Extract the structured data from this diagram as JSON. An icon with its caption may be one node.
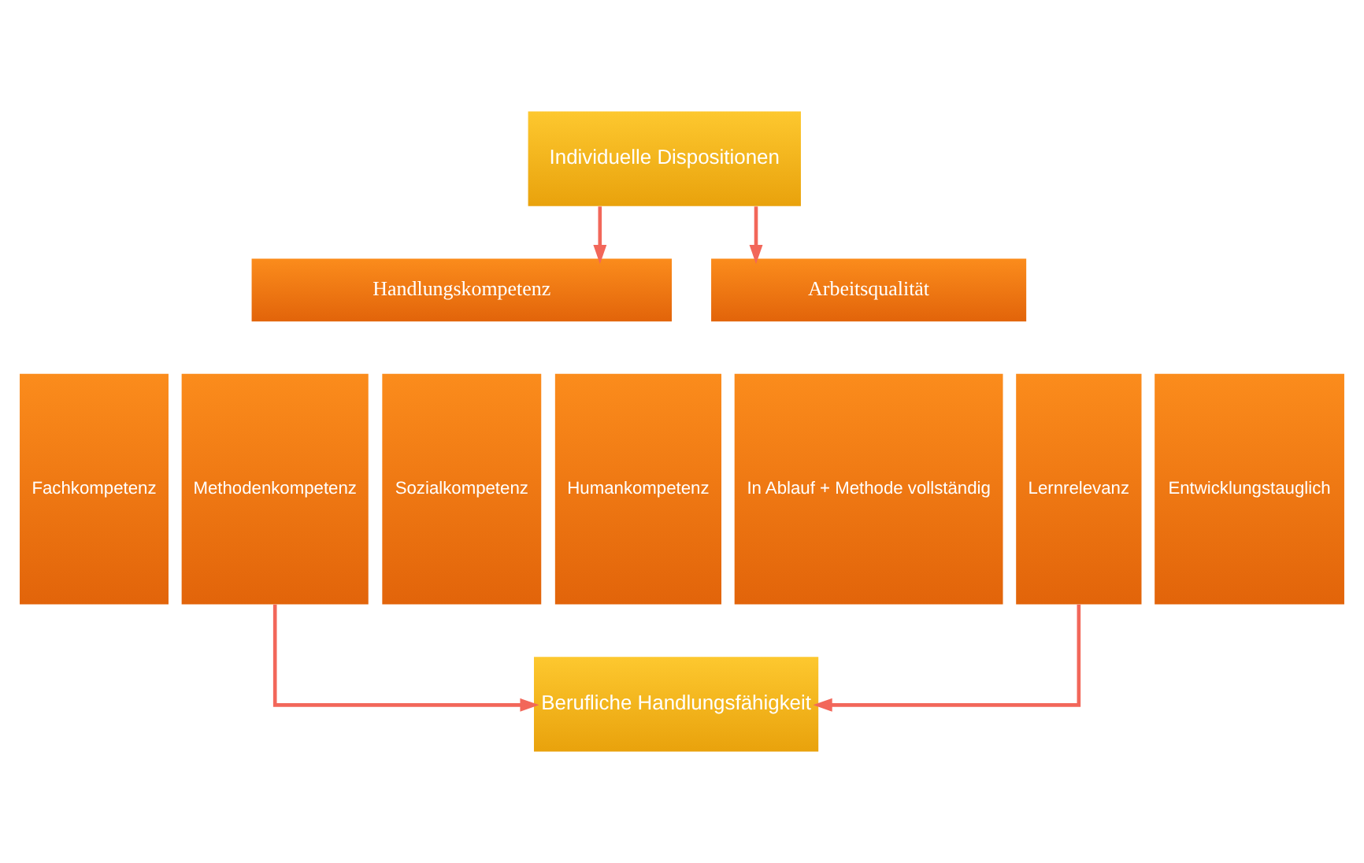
{
  "diagram": {
    "nodes": [
      {
        "text": [
          "Individuelle Dispositionen"
        ]
      },
      {
        "text": [
          "Handlungskompetenz"
        ]
      },
      {
        "text": [
          "Fachkompetenz"
        ]
      },
      {
        "text": [
          "Methodenkompetenz"
        ]
      },
      {
        "text": [
          "Sozialkompetenz"
        ]
      },
      {
        "text": [
          "Humankompetenz"
        ]
      },
      {
        "text": [
          "Arbeitsqualität"
        ]
      },
      {
        "text": [
          "In Ablauf + Methode vollständig"
        ]
      },
      {
        "text": [
          "Lernrelevanz"
        ]
      },
      {
        "text": [
          "Entwicklungstauglich"
        ]
      },
      {
        "text": [
          "Berufliche Handlungsfähigkeit"
        ]
      }
    ],
    "edges": [
      {
        "from": 0,
        "to": 1,
        "arrow": "to"
      },
      {
        "from": 0,
        "to": 6,
        "arrow": "to"
      },
      {
        "from": 3,
        "to": 10,
        "arrow": "to"
      },
      {
        "from": 8,
        "to": 10,
        "arrow": "to"
      }
    ]
  }
}
